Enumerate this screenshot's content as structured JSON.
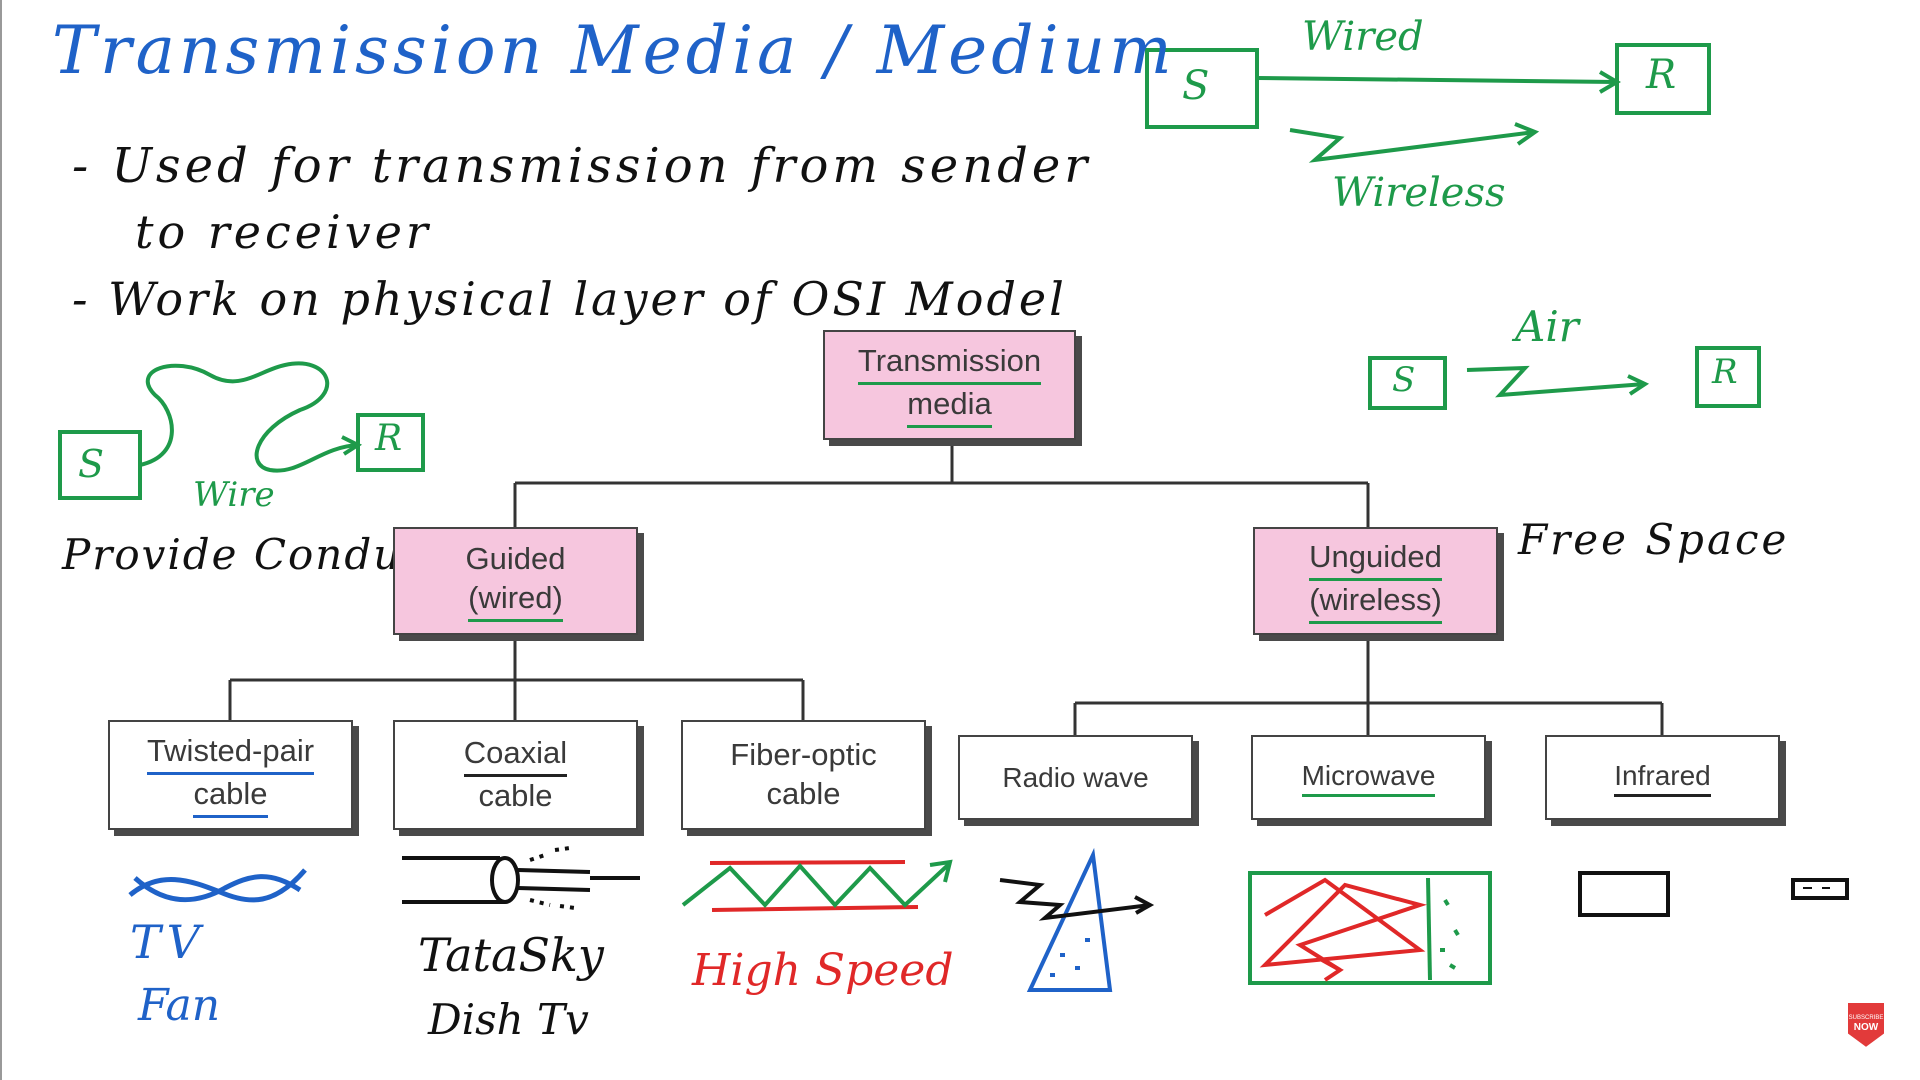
{
  "title": "Transmission Media / Medium",
  "bullets": [
    "- Used for transmission from sender",
    "to receiver",
    "- Work on physical layer of OSI Model"
  ],
  "wired_sketch": {
    "sender": "S",
    "receiver": "R",
    "wired": "Wired",
    "wireless": "Wireless"
  },
  "air_sketch": {
    "sender": "S",
    "receiver": "R",
    "air": "Air"
  },
  "wire_sketch": {
    "sender": "S",
    "receiver": "R",
    "wire": "Wire"
  },
  "notes": {
    "provide_conduit": "Provide Conduit",
    "free_space": "Free Space"
  },
  "tree": {
    "root": {
      "line1": "Transmission",
      "line2": "media"
    },
    "guided": {
      "line1": "Guided",
      "line2": "(wired)"
    },
    "unguided": {
      "line1": "Unguided",
      "line2": "(wireless)"
    },
    "twisted": {
      "line1": "Twisted-pair",
      "line2": "cable"
    },
    "coaxial": {
      "line1": "Coaxial",
      "line2": "cable"
    },
    "fiber": {
      "line1": "Fiber-optic",
      "line2": "cable"
    },
    "radio": {
      "line1": "Radio wave"
    },
    "microwave": {
      "line1": "Microwave"
    },
    "infrared": {
      "line1": "Infrared"
    }
  },
  "examples": {
    "twisted": [
      "TV",
      "Fan"
    ],
    "coaxial": [
      "TataSky",
      "Dish Tv"
    ],
    "fiber": [
      "High Speed"
    ]
  },
  "badge": {
    "line1": "SUBSCRIBE",
    "line2": "NOW"
  },
  "colors": {
    "blue": "#1f62c8",
    "green": "#1e9a4a",
    "red": "#e02828",
    "pink": "#f6c6de"
  }
}
